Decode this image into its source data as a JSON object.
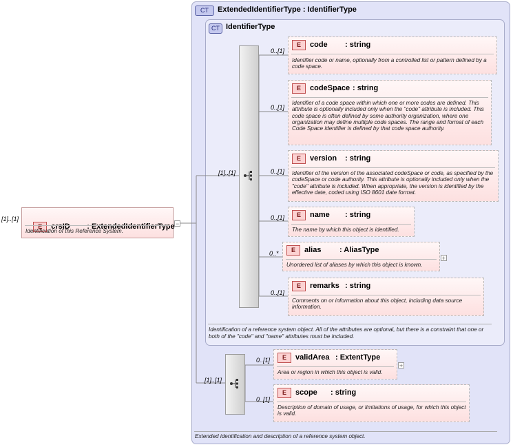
{
  "root": {
    "cardinality": "[1]..[1]",
    "badge": "E",
    "name": "crsID",
    "type": ": ExtendedIdentifierType",
    "doc": "Identification of this Reference System."
  },
  "outer_type": {
    "badge": "CT",
    "title": "ExtendedIdentifierType : IdentifierType",
    "doc": "Extended identification and description of a reference system object."
  },
  "inner_type": {
    "badge": "CT",
    "title": "IdentifierType",
    "doc": "Identification of a reference system object. All of the attributes are optional, but there is a constraint that one or both of the \"code\" and \"name\" attributes must be included.",
    "sequence_cardinality": "[1]..[1]"
  },
  "inner_elements": [
    {
      "card": "0..[1]",
      "badge": "E",
      "name": "code",
      "type": ": string",
      "doc": "Identifier code or name, optionally from a controlled list or pattern defined by a code space."
    },
    {
      "card": "0..[1]",
      "badge": "E",
      "name": "codeSpace",
      "type": ": string",
      "doc": "Identifier of a code space within which one or more codes are defined. This attribute is optionally included only when the \"code\" attribute is included. This code space is often defined by some authority organization, where one organization may define multiple code spaces. The range and format of each Code Space identifier is defined by that code space authority."
    },
    {
      "card": "0..[1]",
      "badge": "E",
      "name": "version",
      "type": ": string",
      "doc": "Identifier of the version of the associated codeSpace or code, as specified by the codeSpace or code authority. This attribute is optionally included only when the \"code\" attribute is included. When appropriate, the version is identified by the effective date, coded using ISO 8601 date format."
    },
    {
      "card": "0..[1]",
      "badge": "E",
      "name": "name",
      "type": ": string",
      "doc": "The name by which this object is identified."
    },
    {
      "card": "0..*",
      "badge": "E",
      "name": "alias",
      "type": ": AliasType",
      "doc": "Unordered list of aliases by which this object is known."
    },
    {
      "card": "0..[1]",
      "badge": "E",
      "name": "remarks",
      "type": ": string",
      "doc": "Comments on or information about this object, including data source information."
    }
  ],
  "outer_sequence_cardinality": "[1]..[1]",
  "outer_elements": [
    {
      "card": "0..[1]",
      "badge": "E",
      "name": "validArea",
      "type": ": ExtentType",
      "doc": "Area or region in which this object is valid."
    },
    {
      "card": "0..[1]",
      "badge": "E",
      "name": "scope",
      "type": ": string",
      "doc": "Description of domain of usage, or limitations of usage, for which this object is valid."
    }
  ],
  "icons": {
    "expand": "+",
    "collapse": "−",
    "sequence": "sequence-icon"
  }
}
